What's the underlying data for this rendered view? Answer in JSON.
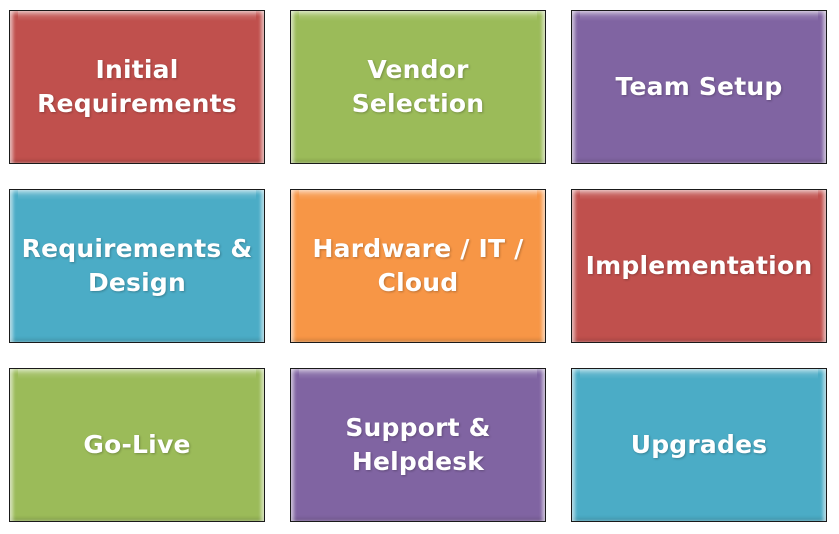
{
  "tiles": [
    {
      "label": "Initial\nRequirements",
      "color": "#c0504d"
    },
    {
      "label": "Vendor\nSelection",
      "color": "#9bbb59"
    },
    {
      "label": "Team Setup",
      "color": "#8064a2"
    },
    {
      "label": "Requirements &\nDesign",
      "color": "#4bacc6"
    },
    {
      "label": "Hardware / IT /\nCloud",
      "color": "#f79646"
    },
    {
      "label": "Implementation",
      "color": "#c0504d"
    },
    {
      "label": "Go-Live",
      "color": "#9bbb59"
    },
    {
      "label": "Support &\nHelpdesk",
      "color": "#8064a2"
    },
    {
      "label": "Upgrades",
      "color": "#4bacc6"
    }
  ]
}
